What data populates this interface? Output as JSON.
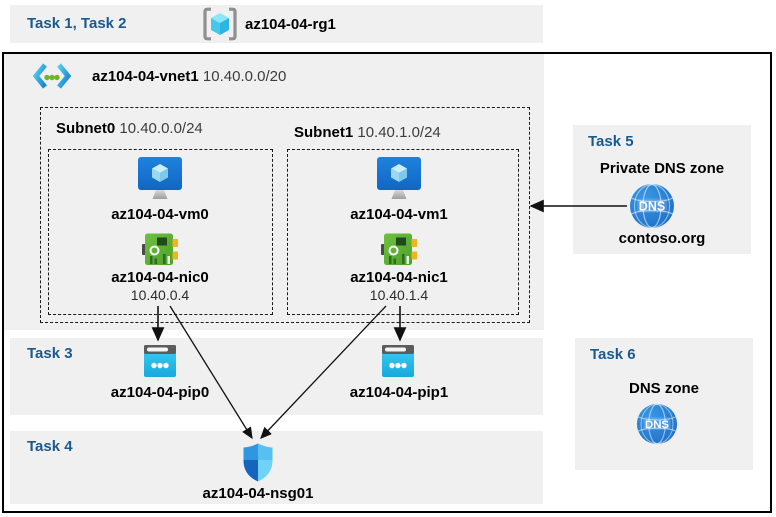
{
  "banner": {
    "tasks": "Task 1, Task 2",
    "resource_group": "az104-04-rg1"
  },
  "vnet": {
    "name": "az104-04-vnet1",
    "cidr": "10.40.0.0/20"
  },
  "subnets": [
    {
      "name": "Subnet0",
      "cidr": "10.40.0.0/24",
      "vm": "az104-04-vm0",
      "nic": "az104-04-nic0",
      "nic_ip": "10.40.0.4"
    },
    {
      "name": "Subnet1",
      "cidr": "10.40.1.0/24",
      "vm": "az104-04-vm1",
      "nic": "az104-04-nic1",
      "nic_ip": "10.40.1.4"
    }
  ],
  "task3": {
    "label": "Task 3",
    "pips": [
      "az104-04-pip0",
      "az104-04-pip1"
    ]
  },
  "task4": {
    "label": "Task 4",
    "nsg": "az104-04-nsg01"
  },
  "task5": {
    "label": "Task 5",
    "title": "Private DNS zone",
    "zone_name": "contoso.org",
    "icon_text": "DNS"
  },
  "task6": {
    "label": "Task 6",
    "title": "DNS zone",
    "icon_text": "DNS"
  },
  "colors": {
    "task_blue": "#1a5a8c",
    "panel_gray": "#f0f0f0",
    "arrow_black": "#111111",
    "vm_blue": "#1b7bd4",
    "nic_green": "#5cb136",
    "nic_yellow": "#edb51e",
    "pip_cyan": "#2bc1e8",
    "dns_blue": "#2b87d8",
    "rg_cyan": "#46c8ec",
    "shield_blues": [
      "#2f96e0",
      "#58bff2",
      "#1564be",
      "#6fd2f6"
    ]
  }
}
